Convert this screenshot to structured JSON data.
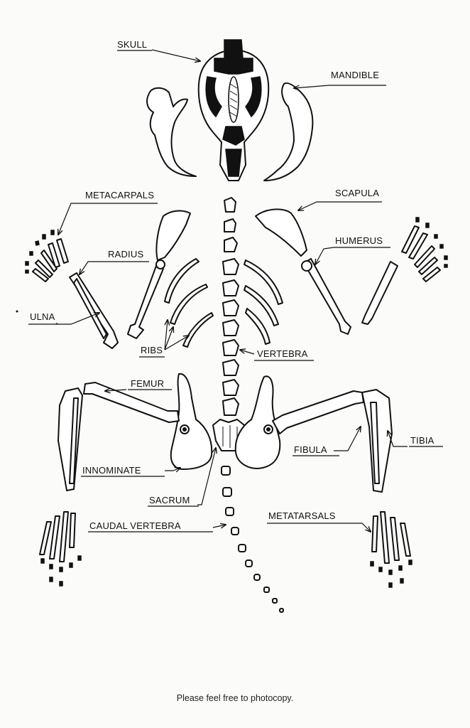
{
  "labels": {
    "skull": "SKULL",
    "mandible": "MANDIBLE",
    "metacarpals": "METACARPALS",
    "scapula": "SCAPULA",
    "radius": "RADIUS",
    "humerus": "HUMERUS",
    "ulna": "ULNA",
    "ribs": "RIBS",
    "vertebra": "VERTEBRA",
    "femur": "FEMUR",
    "fibula": "FIBULA",
    "tibia": "TIBIA",
    "innominate": "INNOMINATE",
    "sacrum": "SACRUM",
    "caudal_vertebra": "CAUDAL VERTEBRA",
    "metatarsals": "METATARSALS"
  },
  "footer": "Please feel free to photocopy."
}
